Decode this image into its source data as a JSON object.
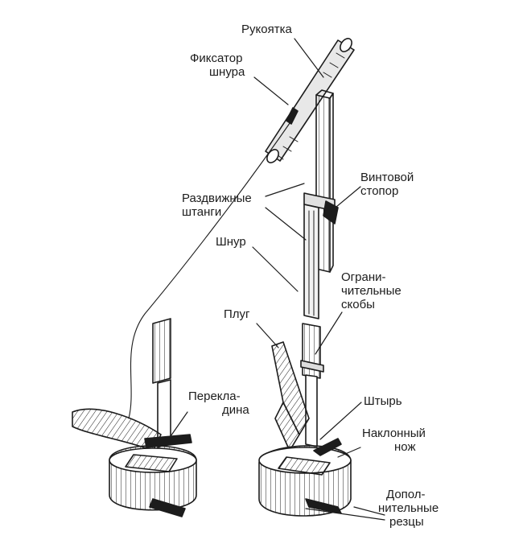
{
  "colors": {
    "ink": "#1c1c1c",
    "shade": "#7a7a7a",
    "paper": "#ffffff"
  },
  "labels": {
    "handle": "Рукоятка",
    "cord_lock": {
      "line1": "Фиксатор",
      "line2": "шнура"
    },
    "screw_stop": {
      "line1": "Винтовой",
      "line2": "стопор"
    },
    "telescopic_rods": {
      "line1": "Раздвижные",
      "line2": "штанги"
    },
    "cord": "Шнур",
    "limit_brackets": {
      "line1": "Ограни-",
      "line2": "чительные",
      "line3": "скобы"
    },
    "plough": "Плуг",
    "crossbar": {
      "line1": "Перекла-",
      "line2": "дина"
    },
    "pin": "Штырь",
    "inclined_knife": {
      "line1": "Наклонный",
      "line2": "нож"
    },
    "extra_cutters": {
      "line1": "Допол-",
      "line2": "нительные",
      "line3": "резцы"
    }
  }
}
